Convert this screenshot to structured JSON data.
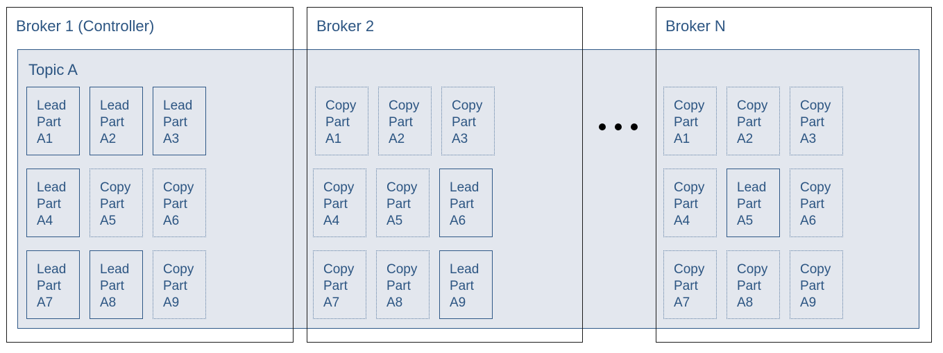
{
  "brokers": [
    {
      "title": "Broker 1 (Controller)"
    },
    {
      "title": "Broker 2"
    },
    {
      "title": "Broker N"
    }
  ],
  "topic": {
    "title": "Topic A"
  },
  "ellipsis": "...",
  "partitions": [
    [
      {
        "role": "Lead",
        "word": "Part",
        "id": "A1"
      },
      {
        "role": "Lead",
        "word": "Part",
        "id": "A2"
      },
      {
        "role": "Lead",
        "word": "Part",
        "id": "A3"
      },
      {
        "role": "Lead",
        "word": "Part",
        "id": "A4"
      },
      {
        "role": "Copy",
        "word": "Part",
        "id": "A5"
      },
      {
        "role": "Copy",
        "word": "Part",
        "id": "A6"
      },
      {
        "role": "Lead",
        "word": "Part",
        "id": "A7"
      },
      {
        "role": "Lead",
        "word": "Part",
        "id": "A8"
      },
      {
        "role": "Copy",
        "word": "Part",
        "id": "A9"
      }
    ],
    [
      {
        "role": "Copy",
        "word": "Part",
        "id": "A1"
      },
      {
        "role": "Copy",
        "word": "Part",
        "id": "A2"
      },
      {
        "role": "Copy",
        "word": "Part",
        "id": "A3"
      },
      {
        "role": "Copy",
        "word": "Part",
        "id": "A4"
      },
      {
        "role": "Copy",
        "word": "Part",
        "id": "A5"
      },
      {
        "role": "Lead",
        "word": "Part",
        "id": "A6"
      },
      {
        "role": "Copy",
        "word": "Part",
        "id": "A7"
      },
      {
        "role": "Copy",
        "word": "Part",
        "id": "A8"
      },
      {
        "role": "Lead",
        "word": "Part",
        "id": "A9"
      }
    ],
    [
      {
        "role": "Copy",
        "word": "Part",
        "id": "A1"
      },
      {
        "role": "Copy",
        "word": "Part",
        "id": "A2"
      },
      {
        "role": "Copy",
        "word": "Part",
        "id": "A3"
      },
      {
        "role": "Copy",
        "word": "Part",
        "id": "A4"
      },
      {
        "role": "Lead",
        "word": "Part",
        "id": "A5"
      },
      {
        "role": "Copy",
        "word": "Part",
        "id": "A6"
      },
      {
        "role": "Copy",
        "word": "Part",
        "id": "A7"
      },
      {
        "role": "Copy",
        "word": "Part",
        "id": "A8"
      },
      {
        "role": "Copy",
        "word": "Part",
        "id": "A9"
      }
    ]
  ]
}
